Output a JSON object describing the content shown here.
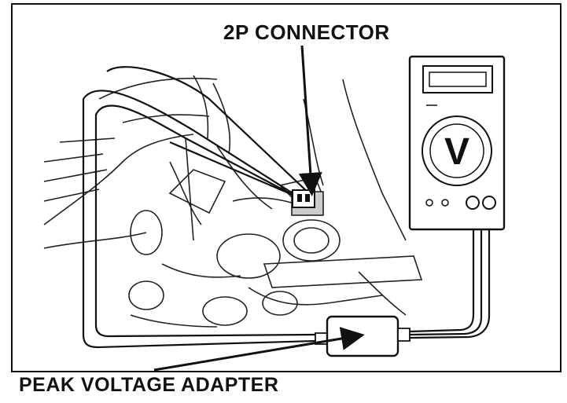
{
  "labels": {
    "connector": "2P CONNECTOR",
    "adapter": "PEAK VOLTAGE ADAPTER",
    "meter_symbol": "V"
  },
  "colors": {
    "ink": "#111111",
    "paper": "#ffffff",
    "shade": "#cccccc"
  }
}
